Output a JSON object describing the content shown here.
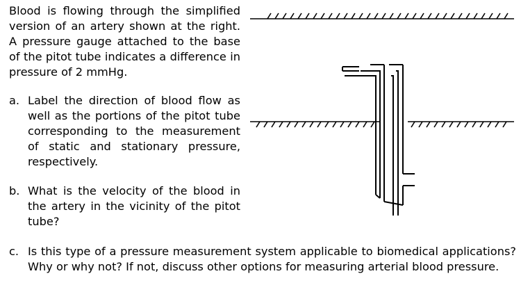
{
  "intro": "Blood is flowing through the simplified version of an artery shown at the right. A pressure gauge attached to the base of the pitot tube indicates a difference in pressure of 2 mmHg.",
  "questions": [
    {
      "letter": "a.",
      "text": "Label the direction of blood flow as well as the portions of the pitot tube corresponding to the measurement of static and stationary pressure, respectively."
    },
    {
      "letter": "b.",
      "text": "What is the velocity of the blood in the artery in the vicinity of the pitot tube?"
    },
    {
      "letter": "c.",
      "text": "Is this type of a pressure measurement system applicable to biomedical applications? Why or why not? If not, discuss other options for measuring arterial blood pressure."
    }
  ],
  "diagram": {
    "elements": [
      "artery-top-wall",
      "artery-bottom-wall",
      "pitot-tube"
    ],
    "stroke_color": "#000000"
  }
}
